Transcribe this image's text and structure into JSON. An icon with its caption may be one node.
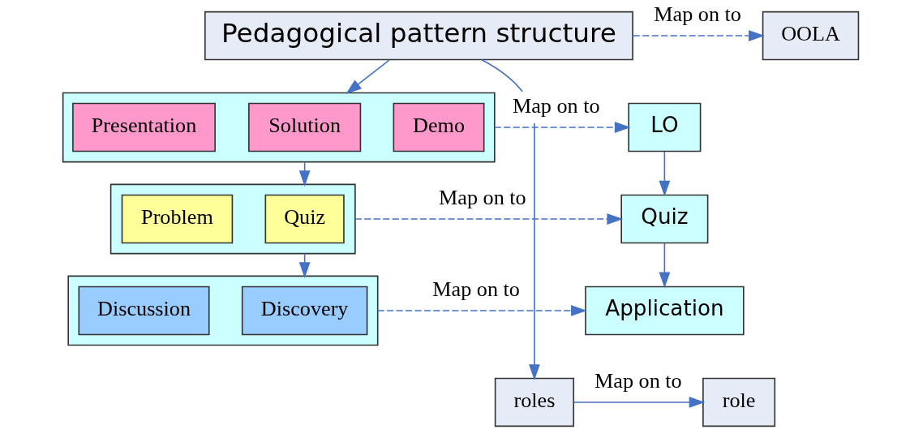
{
  "diagram": {
    "nodes": [
      {
        "text": [
          "Pedagogical pattern structure"
        ]
      },
      {
        "text": [
          "OOLA"
        ]
      },
      {
        "text": [],
        "shape": "box"
      },
      {
        "text": [
          "Presentation"
        ],
        "in": 2
      },
      {
        "text": [
          "Solution"
        ],
        "in": 2
      },
      {
        "text": [
          "Demo"
        ],
        "in": 2
      },
      {
        "text": [
          "LO"
        ]
      },
      {
        "text": [],
        "shape": "box"
      },
      {
        "text": [
          "Problem"
        ],
        "in": 7
      },
      {
        "text": [
          "Quiz"
        ],
        "in": 7
      },
      {
        "text": [
          "Quiz"
        ]
      },
      {
        "text": [],
        "shape": "box"
      },
      {
        "text": [
          "Discussion"
        ],
        "in": 11
      },
      {
        "text": [
          "Discovery"
        ],
        "in": 11
      },
      {
        "text": [
          "Application"
        ]
      },
      {
        "text": [
          "roles"
        ]
      },
      {
        "text": [
          "role"
        ]
      }
    ],
    "edges": [
      {
        "from": 0,
        "to": 1,
        "arrow": "to",
        "label": "Map on to",
        "style": "dashed"
      },
      {
        "from": 0,
        "to": 2,
        "arrow": "to"
      },
      {
        "from": 0,
        "to": 15,
        "arrow": "to"
      },
      {
        "from": 2,
        "to": 6,
        "arrow": "to",
        "label": "Map on to",
        "style": "dashed"
      },
      {
        "from": 2,
        "to": 7,
        "arrow": "to"
      },
      {
        "from": 6,
        "to": 10,
        "arrow": "to"
      },
      {
        "from": 7,
        "to": 10,
        "arrow": "to",
        "label": "Map on to",
        "style": "dashed"
      },
      {
        "from": 7,
        "to": 11,
        "arrow": "to"
      },
      {
        "from": 10,
        "to": 14,
        "arrow": "to"
      },
      {
        "from": 11,
        "to": 14,
        "arrow": "to",
        "label": "Map on to",
        "style": "dashed"
      },
      {
        "from": 15,
        "to": 16,
        "arrow": "to",
        "label": "Map on to"
      }
    ]
  }
}
